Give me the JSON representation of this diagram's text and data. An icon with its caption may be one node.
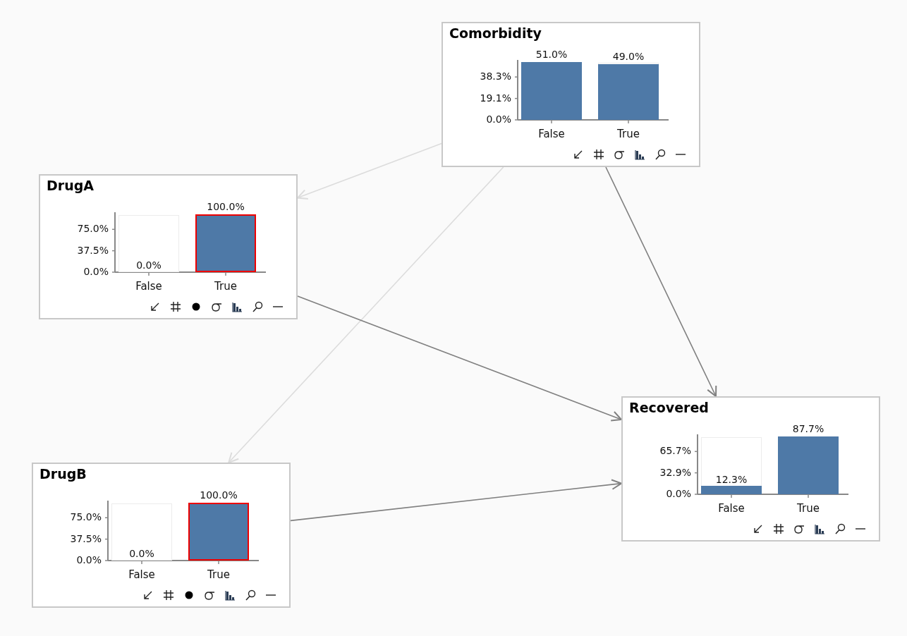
{
  "diagram": {
    "nodes": [
      {
        "text": [
          "Comorbidity"
        ]
      },
      {
        "text": [],
        "shape": "bar",
        "in": 0,
        "beside": [
          "51.0%",
          "False"
        ]
      },
      {
        "text": [],
        "shape": "bar",
        "in": 0,
        "beside": [
          "49.0%",
          "True"
        ]
      },
      {
        "text": [
          "DrugA"
        ]
      },
      {
        "text": [
          "0.0%"
        ],
        "in": 3,
        "beside": [
          "False"
        ]
      },
      {
        "text": [],
        "shape": "bar",
        "in": 3,
        "beside": [
          "100.0%",
          "True"
        ]
      },
      {
        "text": [
          "Recovered"
        ]
      },
      {
        "text": [
          "12.3%"
        ],
        "in": 6,
        "beside": [
          "False"
        ]
      },
      {
        "text": [],
        "shape": "bar",
        "in": 6,
        "beside": [
          "87.7%",
          "True"
        ]
      },
      {
        "text": [
          "DrugB"
        ]
      },
      {
        "text": [
          "0.0%"
        ],
        "in": 9,
        "beside": [
          "False"
        ]
      },
      {
        "text": [],
        "shape": "bar",
        "in": 9,
        "beside": [
          "100.0%",
          "True"
        ]
      }
    ],
    "edges": [
      {
        "from": 0,
        "to": 3,
        "arrow": "to",
        "color": "#dcdcdc"
      },
      {
        "from": 0,
        "to": 9,
        "arrow": "to",
        "color": "#dcdcdc"
      },
      {
        "from": 0,
        "to": 6,
        "arrow": "to"
      },
      {
        "from": 3,
        "to": 6,
        "arrow": "to"
      },
      {
        "from": 9,
        "to": 6,
        "arrow": "to"
      }
    ],
    "labels": [
      "38.3%",
      "19.1%",
      "0.0%",
      "75.0%",
      "37.5%",
      "0.0%",
      "65.7%",
      "32.9%",
      "0.0%",
      "75.0%",
      "37.5%",
      "0.0%"
    ]
  }
}
